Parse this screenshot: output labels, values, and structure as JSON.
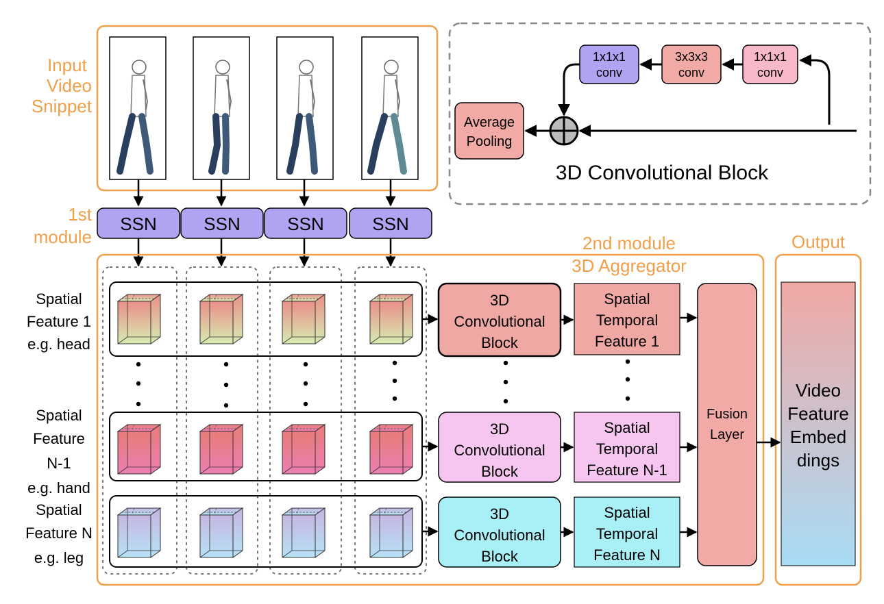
{
  "input": {
    "label_lines": [
      "Input",
      "Video",
      "Snippet"
    ],
    "frame_count": 4
  },
  "first_module": {
    "label_lines": [
      "1st",
      "module"
    ],
    "block_label": "SSN"
  },
  "second_module": {
    "title_lines": [
      "2nd module",
      "3D Aggregator"
    ]
  },
  "output": {
    "title": "Output",
    "embed_lines": [
      "Video",
      "Feature",
      "Embed",
      "dings"
    ]
  },
  "conv_block_detail": {
    "title": "3D Convolutional Block",
    "conv1_lines": [
      "1x1x1",
      "conv"
    ],
    "conv2_lines": [
      "3x3x3",
      "conv"
    ],
    "conv3_lines": [
      "1x1x1",
      "conv"
    ],
    "pool_lines": [
      "Average",
      "Pooling"
    ]
  },
  "rows": [
    {
      "spatial_lines": [
        "Spatial",
        "Feature 1",
        "e.g. head"
      ],
      "block_lines": [
        "3D",
        "Convolutional",
        "Block"
      ],
      "temporal_lines": [
        "Spatial",
        "Temporal",
        "Feature 1"
      ],
      "color": "#f0a8a4",
      "cube_top": "#e98f88",
      "cube_bottom": "#d8ecb2"
    },
    {
      "spatial_lines": [
        "Spatial",
        "Feature",
        "N-1",
        "e.g. hand"
      ],
      "block_lines": [
        "3D",
        "Convolutional",
        "Block"
      ],
      "temporal_lines": [
        "Spatial",
        "Temporal",
        "Feature N-1"
      ],
      "color": "#f6c6f0",
      "cube_top": "#e77c78",
      "cube_bottom": "#ec7fb3"
    },
    {
      "spatial_lines": [
        "Spatial",
        "Feature N",
        "e.g. leg"
      ],
      "block_lines": [
        "3D",
        "Convolutional",
        "Block"
      ],
      "temporal_lines": [
        "Spatial",
        "Temporal",
        "Feature N"
      ],
      "color": "#a8f0f6",
      "cube_top": "#c6b6e2",
      "cube_bottom": "#b6e2f6"
    }
  ],
  "fusion": {
    "label_lines": [
      "Fusion",
      "Layer"
    ]
  },
  "colors": {
    "orange": "#f0a04a",
    "ssn": "#b0a4f2",
    "pink_block": "#f2aaa6",
    "light_pink": "#f7b9c9",
    "embed_top": "#f0a8a4",
    "embed_bottom": "#a8dcf6"
  }
}
